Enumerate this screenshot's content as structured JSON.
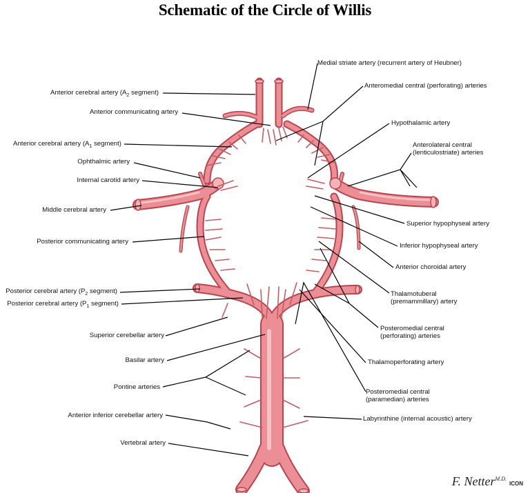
{
  "title": "Schematic of the Circle of Willis",
  "labels": {
    "aca_a2_pre": "Anterior cerebral artery (A",
    "aca_a2_sub": "2",
    "aca_a2_post": " segment)",
    "acomm": "Anterior communicating artery",
    "aca_a1_pre": "Anterior cerebral artery (A",
    "aca_a1_sub": "1",
    "aca_a1_post": " segment)",
    "ophthalmic": "Ophthalmic artery",
    "ica": "Internal carotid artery",
    "mca": "Middle cerebral artery",
    "pcomm": "Posterior communicating artery",
    "pca_p2_pre": "Posterior cerebral artery (P",
    "pca_p2_sub": "2",
    "pca_p2_post": " segment)",
    "pca_p1_pre": "Posterior cerebral artery (P",
    "pca_p1_sub": "1",
    "pca_p1_post": " segment)",
    "sca": "Superior cerebellar artery",
    "basilar": "Basilar artery",
    "pontine": "Pontine arteries",
    "aica": "Anterior inferior cerebellar artery",
    "vertebral": "Vertebral artery",
    "medial_striate": "Medial striate artery (recurrent artery of Heubner)",
    "anteromedial": "Anteromedial central (perforating) arteries",
    "hypothalamic": "Hypothalamic artery",
    "anterolateral_1": "Anterolateral central",
    "anterolateral_2": "(lenticulostriate) arteries",
    "sup_hypophyseal": "Superior hypophyseal artery",
    "inf_hypophyseal": "Inferior hypophyseal artery",
    "ant_choroidal": "Anterior choroidal artery",
    "thalamotuberal_1": "Thalamotuberal",
    "thalamotuberal_2": "(premammillary) artery",
    "posteromedial_perf_1": "Posteromedial central",
    "posteromedial_perf_2": "(perforating) arteries",
    "thalamoperforating": "Thalamoperforating artery",
    "posteromedial_para_1": "Posteromedial central",
    "posteromedial_para_2": "(paramedian) arteries",
    "labyrinthine": "Labyrinthine (internal acoustic) artery"
  },
  "signature": {
    "name": "F. Netter",
    "suffix": "M.D.",
    "mark": "ICON"
  },
  "colors": {
    "artery": "#e8828a",
    "artery_dark": "#b8454e",
    "artery_light": "#f6c2c4",
    "leader": "#000000"
  }
}
